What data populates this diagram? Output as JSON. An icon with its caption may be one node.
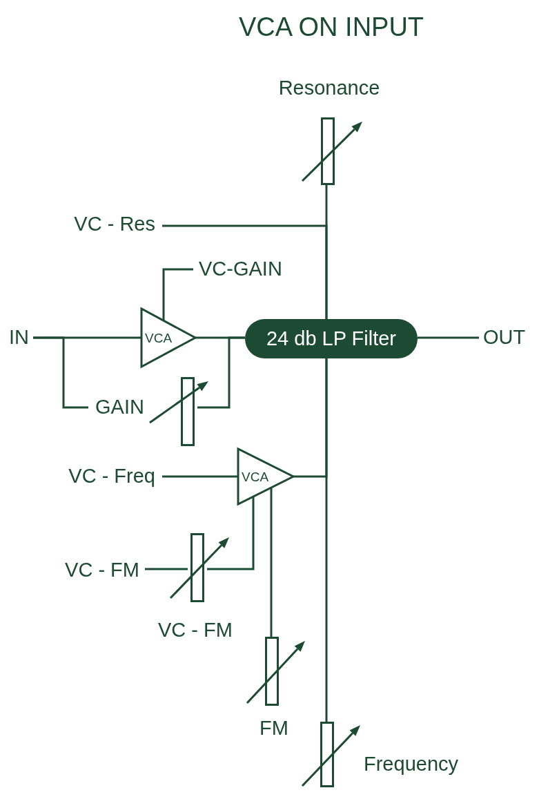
{
  "diagram": {
    "title": "VCA ON INPUT",
    "nodes": [
      {
        "text": [
          "Resonance"
        ]
      },
      {
        "text": [
          "VC - Res"
        ]
      },
      {
        "text": [
          "VC-GAIN"
        ]
      },
      {
        "text": [
          "IN"
        ]
      },
      {
        "text": [
          "VCA"
        ]
      },
      {
        "text": [
          "24 db LP Filter"
        ]
      },
      {
        "text": [
          "OUT"
        ]
      },
      {
        "text": [
          "GAIN"
        ]
      },
      {
        "text": [
          "VC - Freq"
        ]
      },
      {
        "text": [
          "VCA"
        ]
      },
      {
        "text": [
          "VC - FM"
        ]
      },
      {
        "text": [
          "VC - FM"
        ]
      },
      {
        "text": [
          "FM"
        ]
      },
      {
        "text": [
          "Frequency"
        ]
      }
    ],
    "edges": [
      {
        "from": 0,
        "to": 5,
        "arrow": "none"
      },
      {
        "from": 1,
        "to": 5,
        "arrow": "none"
      },
      {
        "from": 2,
        "to": 4,
        "arrow": "none"
      },
      {
        "from": 3,
        "to": 4,
        "arrow": "none"
      },
      {
        "from": 4,
        "to": 5,
        "arrow": "none"
      },
      {
        "from": 3,
        "to": 7,
        "arrow": "none"
      },
      {
        "from": 7,
        "to": 5,
        "arrow": "none"
      },
      {
        "from": 5,
        "to": 6,
        "arrow": "none"
      },
      {
        "from": 8,
        "to": 9,
        "arrow": "none"
      },
      {
        "from": 9,
        "to": 5,
        "arrow": "none"
      },
      {
        "from": 10,
        "to": 11,
        "arrow": "none"
      },
      {
        "from": 11,
        "to": 9,
        "arrow": "none"
      },
      {
        "from": 12,
        "to": 9,
        "arrow": "none"
      },
      {
        "from": 13,
        "to": 5,
        "arrow": "none"
      }
    ]
  }
}
